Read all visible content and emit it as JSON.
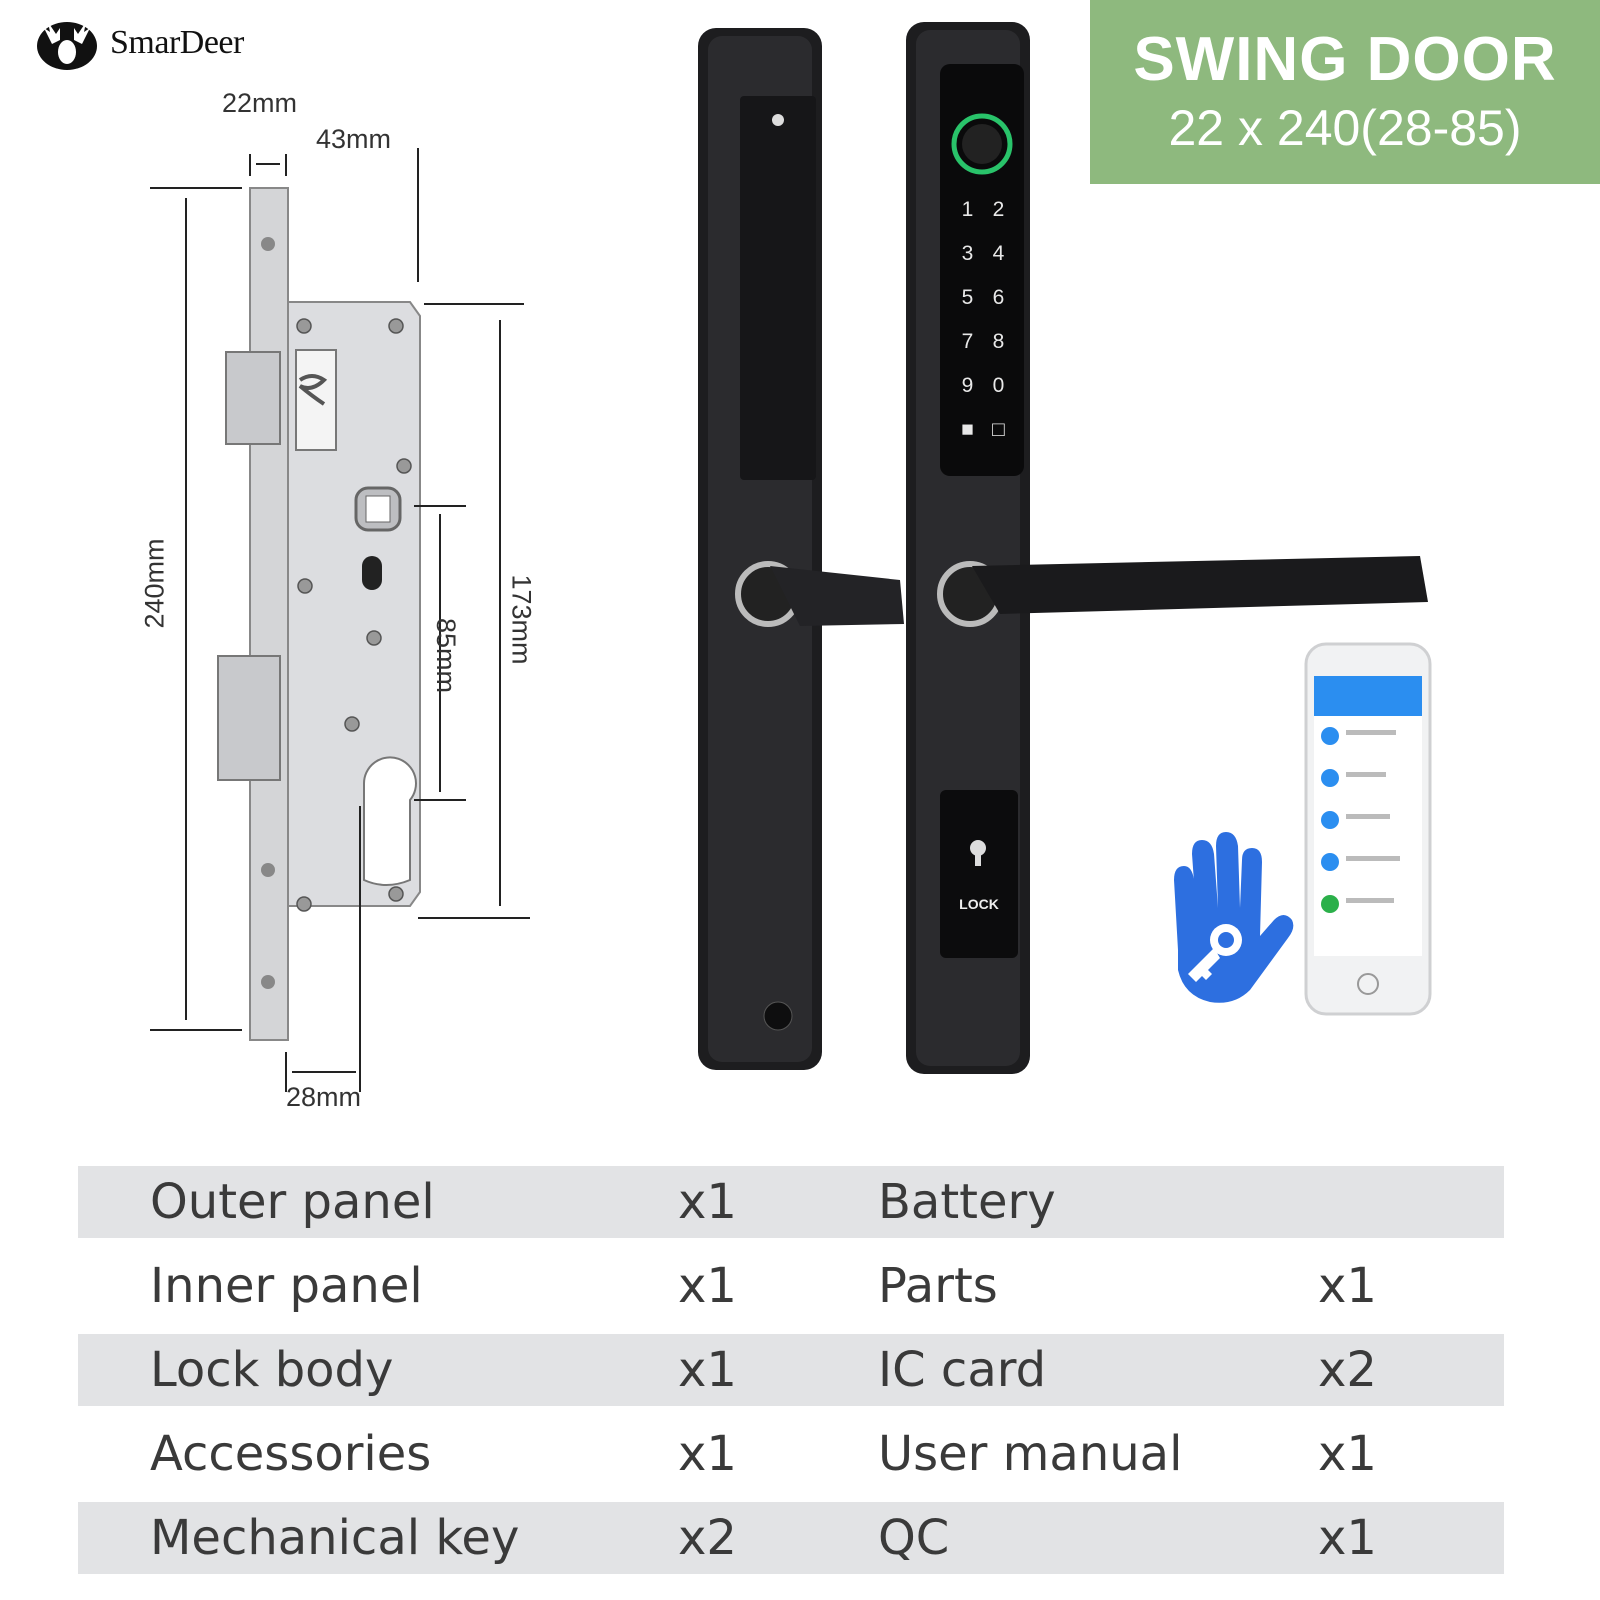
{
  "brand": {
    "name": "SmarDeer"
  },
  "banner": {
    "title": "SWING DOOR",
    "subtitle": "22 x 240(28-85)"
  },
  "dimensions": {
    "width_22": "22mm",
    "width_43": "43mm",
    "height_240": "240mm",
    "height_85": "85mm",
    "height_173": "173mm",
    "backset_28": "28mm"
  },
  "keypad": {
    "keys": [
      "1",
      "2",
      "3",
      "4",
      "5",
      "6",
      "7",
      "8",
      "9",
      "0"
    ],
    "lock_label": "LOCK"
  },
  "package_list": {
    "rows": [
      {
        "item1": "Outer panel",
        "qty1": "x1",
        "item2": "Battery",
        "qty2": ""
      },
      {
        "item1": "Inner panel",
        "qty1": "x1",
        "item2": "Parts",
        "qty2": "x1"
      },
      {
        "item1": "Lock body",
        "qty1": "x1",
        "item2": "IC card",
        "qty2": "x2"
      },
      {
        "item1": "Accessories",
        "qty1": "x1",
        "item2": "User manual",
        "qty2": "x1"
      },
      {
        "item1": "Mechanical key",
        "qty1": "x2",
        "item2": "QC",
        "qty2": "x1"
      }
    ]
  },
  "colors": {
    "banner": "#8eb97e",
    "row_shade": "#e2e3e5",
    "lock_body": "#d9dadc",
    "handle": "#1d1d1f"
  }
}
